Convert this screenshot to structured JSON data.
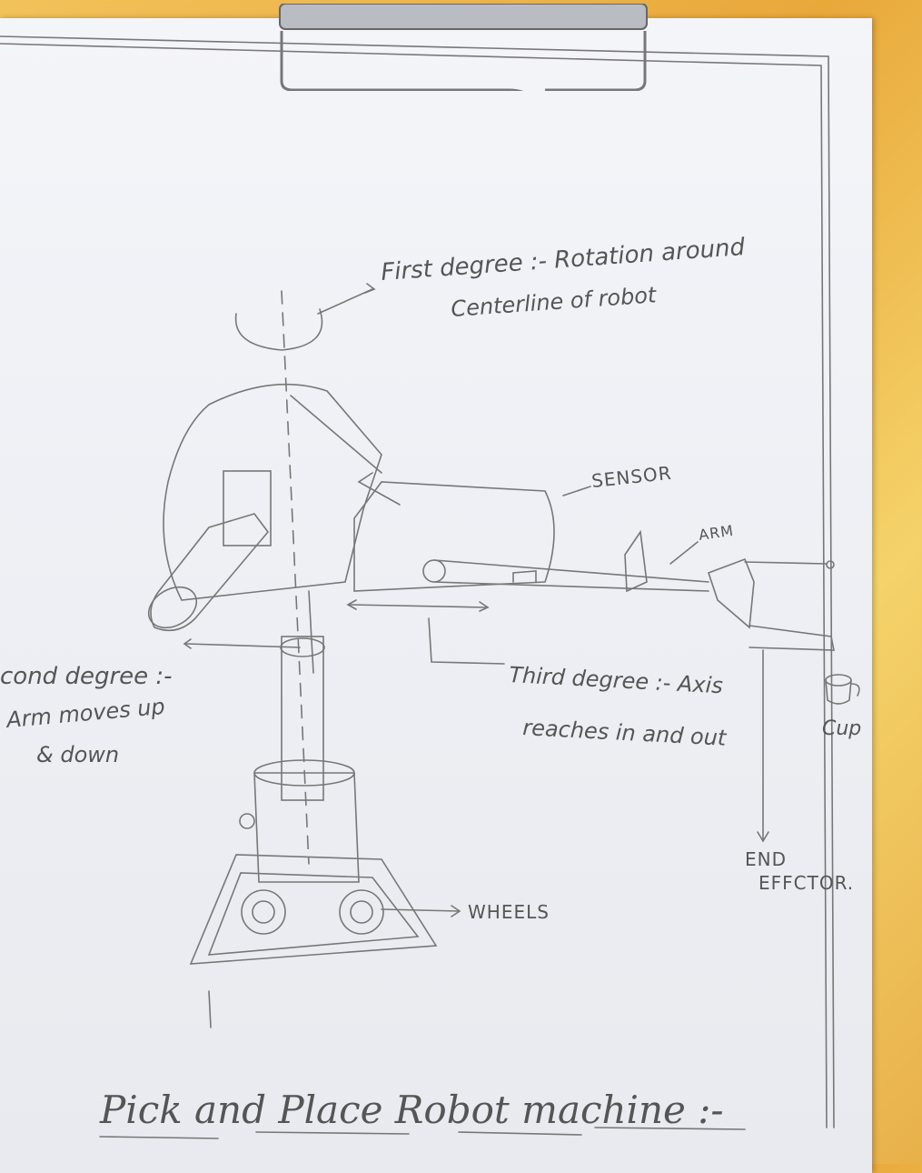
{
  "labels": {
    "first_degree_1": "First degree :- Rotation around",
    "first_degree_2": "Centerline of robot",
    "sensor": "SENSOR",
    "arm": "ARM",
    "second_degree_1": "cond degree :-",
    "second_degree_2": "Arm moves up",
    "second_degree_3": "& down",
    "third_degree_1": "Third degree :- Axis",
    "third_degree_2": "reaches in and out",
    "cup": "Cup",
    "end_effector_1": "END",
    "end_effector_2": "EFFCTOR.",
    "wheels": "WHEELS"
  },
  "title": "Pick and Place Robot machine :-"
}
